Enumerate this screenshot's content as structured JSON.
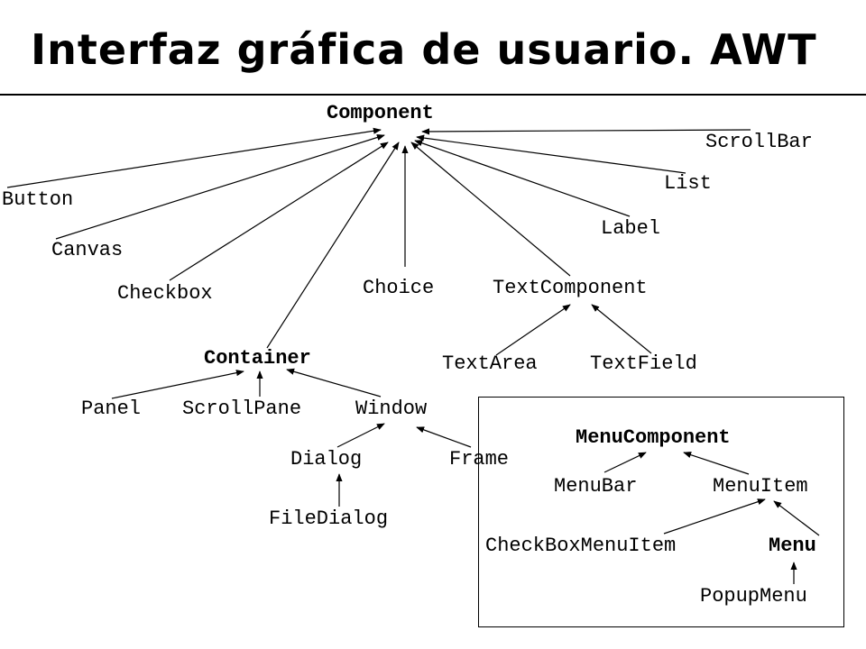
{
  "title": "Interfaz gráfica de usuario. AWT",
  "nodes": {
    "component": "Component",
    "scrollbar": "ScrollBar",
    "list": "List",
    "label": "Label",
    "button": "Button",
    "canvas": "Canvas",
    "checkbox": "Checkbox",
    "choice": "Choice",
    "textcomponent": "TextComponent",
    "textarea": "TextArea",
    "textfield": "TextField",
    "container": "Container",
    "panel": "Panel",
    "scrollpane": "ScrollPane",
    "window": "Window",
    "dialog": "Dialog",
    "frame": "Frame",
    "filedialog": "FileDialog",
    "menucomponent": "MenuComponent",
    "menubar": "MenuBar",
    "menuitem": "MenuItem",
    "checkboxmenuitem": "CheckBoxMenuItem",
    "menu": "Menu",
    "popupmenu": "PopupMenu"
  },
  "inheritance": [
    {
      "child": "Button",
      "parent": "Component"
    },
    {
      "child": "Canvas",
      "parent": "Component"
    },
    {
      "child": "Checkbox",
      "parent": "Component"
    },
    {
      "child": "Container",
      "parent": "Component"
    },
    {
      "child": "Choice",
      "parent": "Component"
    },
    {
      "child": "TextComponent",
      "parent": "Component"
    },
    {
      "child": "Label",
      "parent": "Component"
    },
    {
      "child": "List",
      "parent": "Component"
    },
    {
      "child": "ScrollBar",
      "parent": "Component"
    },
    {
      "child": "TextArea",
      "parent": "TextComponent"
    },
    {
      "child": "TextField",
      "parent": "TextComponent"
    },
    {
      "child": "Panel",
      "parent": "Container"
    },
    {
      "child": "ScrollPane",
      "parent": "Container"
    },
    {
      "child": "Window",
      "parent": "Container"
    },
    {
      "child": "Dialog",
      "parent": "Window"
    },
    {
      "child": "Frame",
      "parent": "Window"
    },
    {
      "child": "FileDialog",
      "parent": "Dialog"
    },
    {
      "child": "MenuBar",
      "parent": "MenuComponent"
    },
    {
      "child": "MenuItem",
      "parent": "MenuComponent"
    },
    {
      "child": "CheckBoxMenuItem",
      "parent": "MenuItem"
    },
    {
      "child": "Menu",
      "parent": "MenuItem"
    },
    {
      "child": "PopupMenu",
      "parent": "Menu"
    }
  ]
}
